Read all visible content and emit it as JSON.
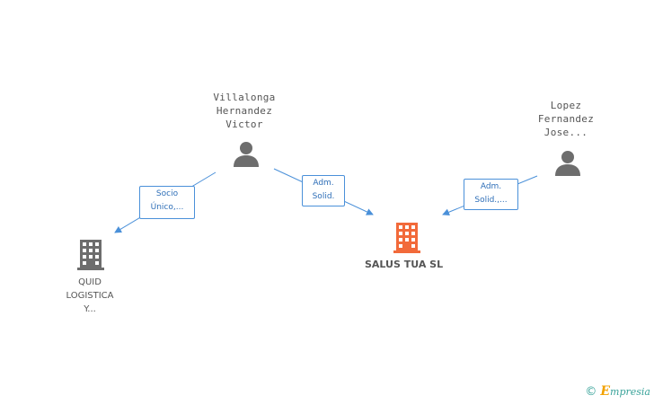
{
  "nodes": {
    "villalonga": {
      "name": "Villalonga\nHernandez\nVictor"
    },
    "lopez": {
      "name": "Lopez\nFernandez\nJose..."
    },
    "quid": {
      "name": "QUID\nLOGISTICA\nY..."
    },
    "salus": {
      "name": "SALUS TUA SL"
    }
  },
  "edges": {
    "socio": {
      "label": "Socio\nÚnico,..."
    },
    "adm1": {
      "label": "Adm.\nSolid."
    },
    "adm2": {
      "label": "Adm.\nSolid.,..."
    }
  },
  "footer": {
    "copyright": "©",
    "brand_initial": "E",
    "brand_rest": "mpresia"
  },
  "colors": {
    "edge": "#4a90d9",
    "person": "#6d6d6d",
    "company": "#6d6d6d",
    "main_company": "#f26a3a",
    "brand": "#3aa39a"
  }
}
